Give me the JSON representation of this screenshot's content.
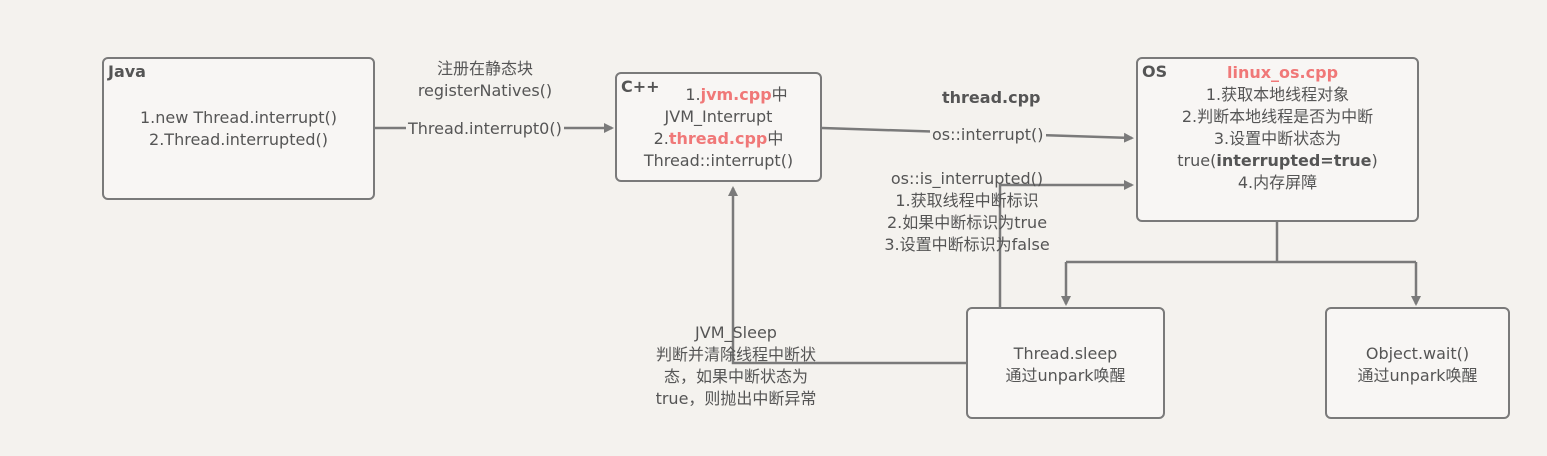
{
  "java_box": {
    "title": "Java",
    "line1": "1.new Thread.interrupt()",
    "line2": "2.Thread.interrupted()"
  },
  "cpp_box": {
    "title": "C++",
    "l1_prefix": "1.",
    "l1_hl": "jvm.cpp",
    "l1_suffix": "中",
    "l2": "JVM_Interrupt",
    "l3_prefix": "2.",
    "l3_hl": "thread.cpp",
    "l3_suffix": "中",
    "l4": "Thread::interrupt()"
  },
  "os_box": {
    "title": "OS",
    "file": "linux_os.cpp",
    "l1": "1.获取本地线程对象",
    "l2": "2.判断本地线程是否为中断",
    "l3": "3.设置中断状态为",
    "l4_prefix": "true(",
    "l4_bold": "interrupted=true",
    "l4_suffix": ")",
    "l5": "4.内存屏障"
  },
  "sleep_box": {
    "l1": "Thread.sleep",
    "l2": "通过unpark唤醒"
  },
  "wait_box": {
    "l1": "Object.wait()",
    "l2": "通过unpark唤醒"
  },
  "labels": {
    "register_1": "注册在静态块",
    "register_2": "registerNatives()",
    "interrupt0": "Thread.interrupt0()",
    "thread_cpp": "thread.cpp",
    "os_interrupt": "os::interrupt()",
    "is_interrupted": "os::is_interrupted()",
    "is_int_1": "1.获取线程中断标识",
    "is_int_2": "2.如果中断标识为true",
    "is_int_3": "3.设置中断标识为false",
    "jvm_sleep_1": "JVM_Sleep",
    "jvm_sleep_2": "判断并清除线程中断状",
    "jvm_sleep_3": "态，如果中断状态为",
    "jvm_sleep_4": "true，则抛出中断异常"
  },
  "colors": {
    "highlight": "#f07878",
    "stroke": "#7a7a7a"
  }
}
